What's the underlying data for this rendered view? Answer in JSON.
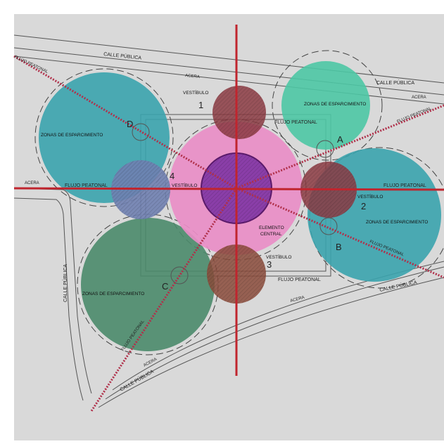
{
  "labels": {
    "calle_publica": "CALLE PÚBLICA",
    "calle_publica_alt": "CALLE PÚBLICA",
    "acera": "ACERA",
    "flujo_peatonal": "FLUJO PEATONAL",
    "zonas_esparcimiento": "ZONAS DE ESPARCIMIENTO",
    "vestibulo": "VESTÍBULO",
    "elemento_central_1": "ELEMENTO",
    "elemento_central_2": "CENTRAL",
    "num_1": "1",
    "num_2": "2",
    "num_3": "3",
    "num_4": "4",
    "letter_a": "A",
    "letter_b": "B",
    "letter_c": "C",
    "letter_d": "D"
  },
  "colors": {
    "background": "#d9d9d9",
    "teal_zone": "#3aa3ad",
    "mint_zone": "#4cc7a4",
    "green_zone": "#4a8a6a",
    "pink_center": "#e98ec7",
    "purple_core": "#8a3ea8",
    "vestibule_brown": "#8b3a42",
    "vestibule_blue": "#6f7fb0",
    "axis_red": "#c0252e"
  }
}
